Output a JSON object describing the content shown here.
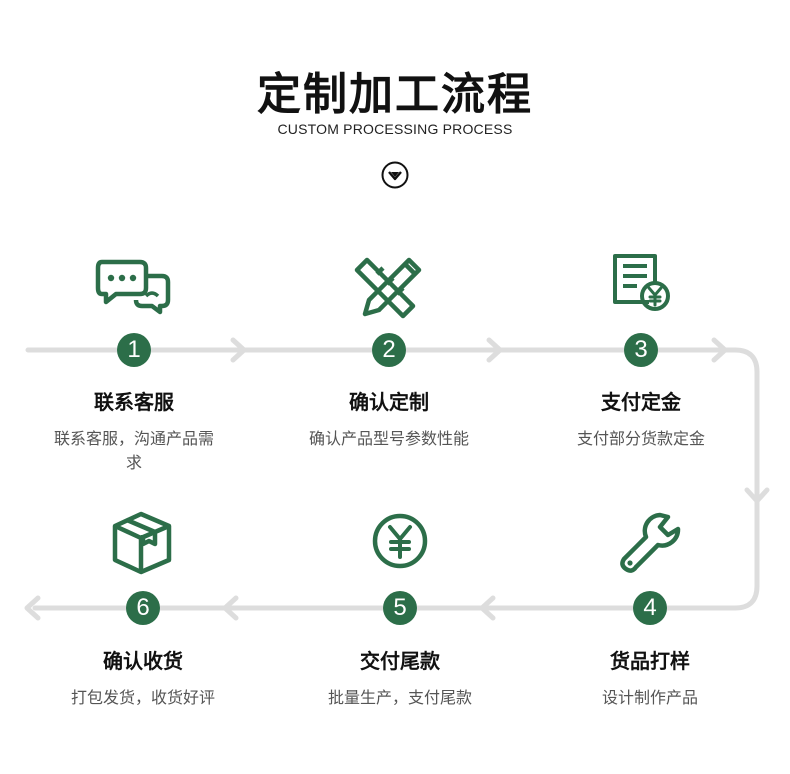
{
  "header": {
    "title": "定制加工流程",
    "subtitle": "CUSTOM PROCESSING PROCESS"
  },
  "colors": {
    "accent": "#2c6e49",
    "line": "#dddddd"
  },
  "steps": [
    {
      "number": "1",
      "name": "联系客服",
      "desc": "联系客服，沟通产品需求",
      "icon": "chat-bubbles-icon"
    },
    {
      "number": "2",
      "name": "确认定制",
      "desc": "确认产品型号参数性能",
      "icon": "pencil-ruler-icon"
    },
    {
      "number": "3",
      "name": "支付定金",
      "desc": "支付部分货款定金",
      "icon": "invoice-yen-icon"
    },
    {
      "number": "4",
      "name": "货品打样",
      "desc": "设计制作产品",
      "icon": "wrench-icon"
    },
    {
      "number": "5",
      "name": "交付尾款",
      "desc": "批量生产，支付尾款",
      "icon": "yen-coin-icon"
    },
    {
      "number": "6",
      "name": "确认收货",
      "desc": "打包发货，收货好评",
      "icon": "package-box-icon"
    }
  ]
}
